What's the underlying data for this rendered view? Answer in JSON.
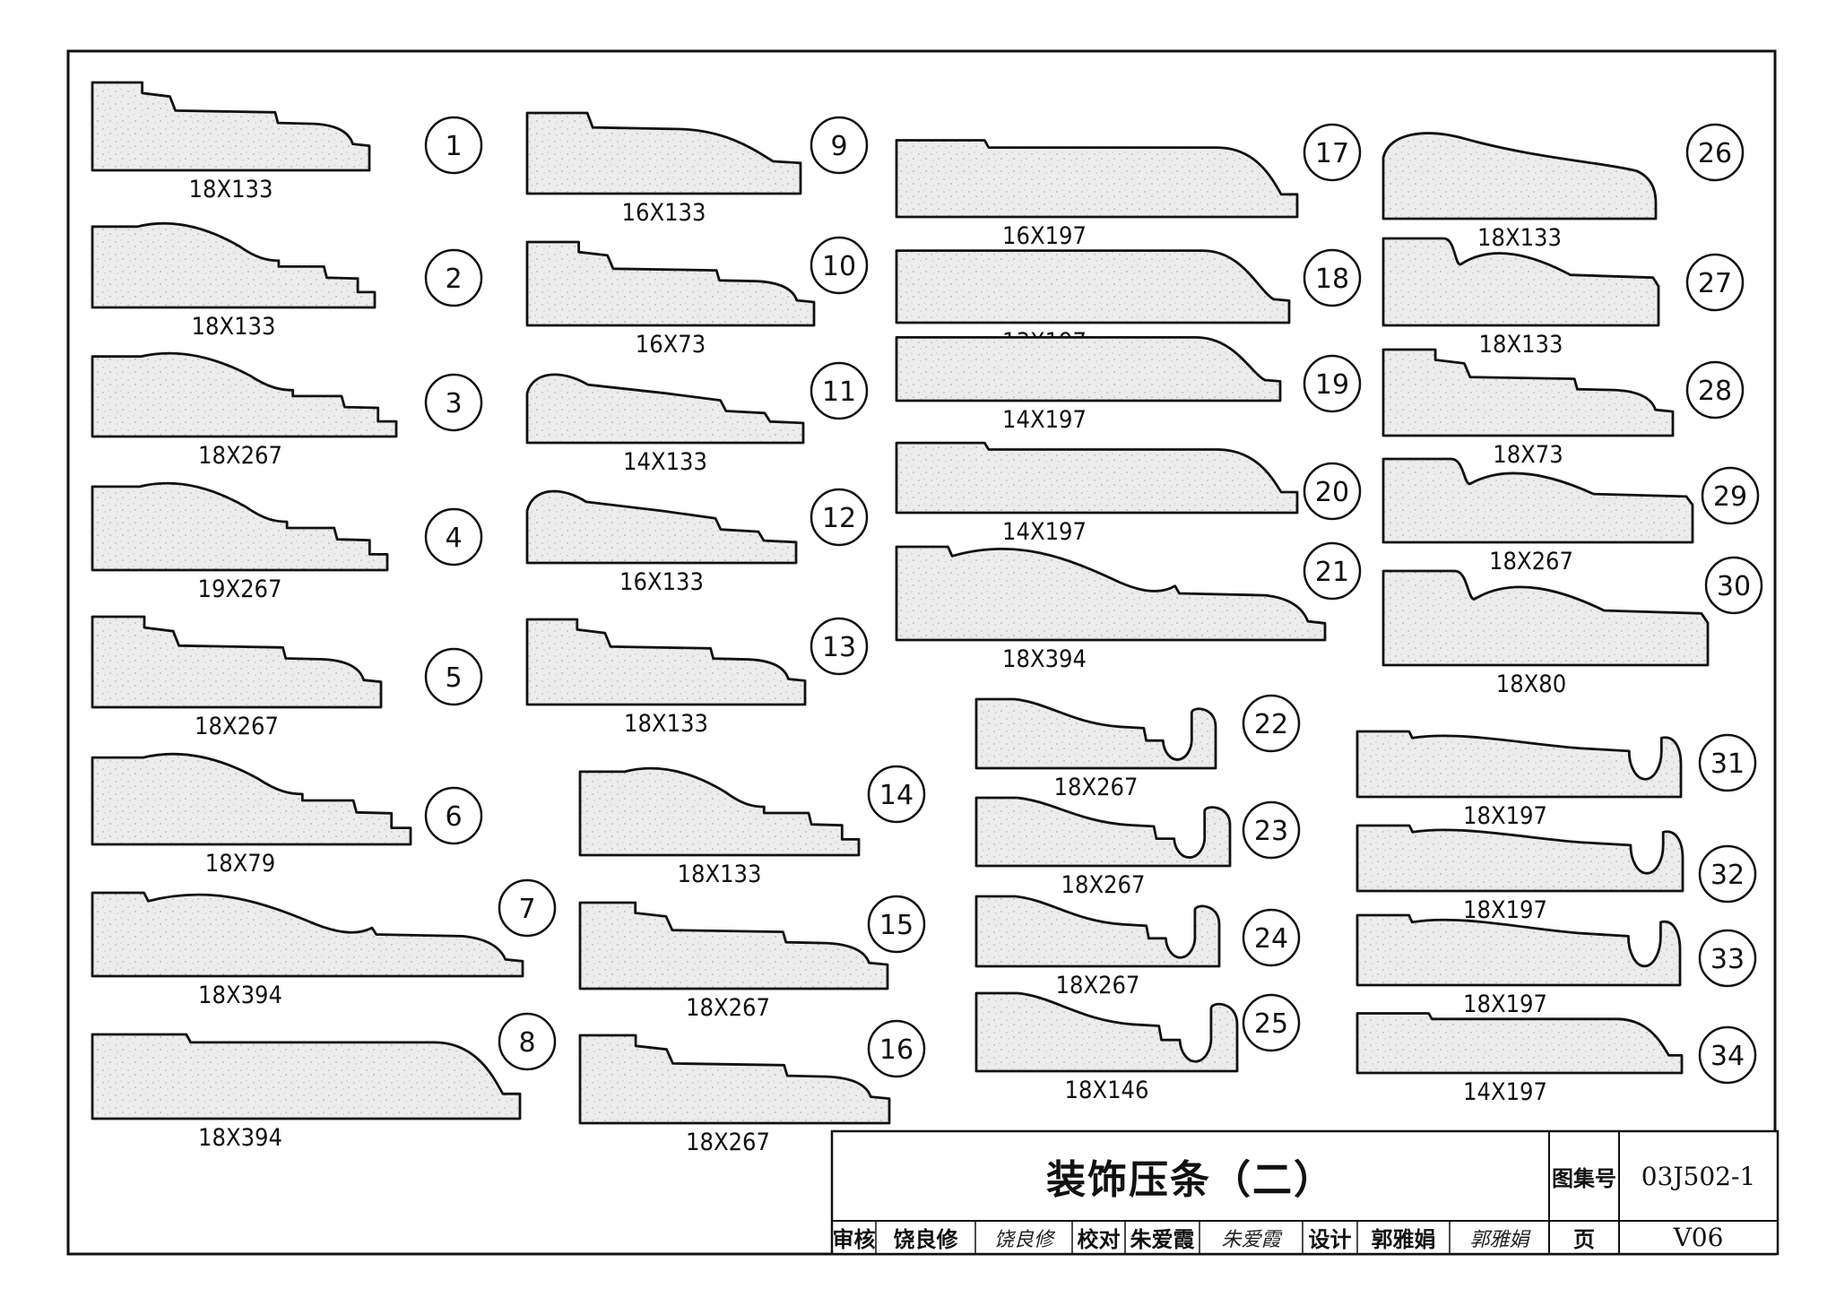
{
  "profiles": [
    {
      "num": "1",
      "size": "18X133",
      "shape": "step-cove"
    },
    {
      "num": "2",
      "size": "18X133",
      "shape": "ogee"
    },
    {
      "num": "3",
      "size": "18X267",
      "shape": "ogee"
    },
    {
      "num": "4",
      "size": "19X267",
      "shape": "ogee"
    },
    {
      "num": "5",
      "size": "18X267",
      "shape": "step-cove"
    },
    {
      "num": "6",
      "size": "18X79",
      "shape": "ogee"
    },
    {
      "num": "7",
      "size": "18X394",
      "shape": "wave"
    },
    {
      "num": "8",
      "size": "18X394",
      "shape": "flat-round"
    },
    {
      "num": "9",
      "size": "16X133",
      "shape": "step-round"
    },
    {
      "num": "10",
      "size": "16X73",
      "shape": "step-cove"
    },
    {
      "num": "11",
      "size": "14X133",
      "shape": "round-step"
    },
    {
      "num": "12",
      "size": "16X133",
      "shape": "round-step"
    },
    {
      "num": "13",
      "size": "18X133",
      "shape": "step-cove"
    },
    {
      "num": "14",
      "size": "18X133",
      "shape": "ogee"
    },
    {
      "num": "15",
      "size": "18X267",
      "shape": "step-cove"
    },
    {
      "num": "16",
      "size": "18X267",
      "shape": "step-cove"
    },
    {
      "num": "17",
      "size": "16X197",
      "shape": "flat-round"
    },
    {
      "num": "18",
      "size": "13X197",
      "shape": "flat-cove"
    },
    {
      "num": "19",
      "size": "14X197",
      "shape": "flat-cove"
    },
    {
      "num": "20",
      "size": "14X197",
      "shape": "flat-round"
    },
    {
      "num": "21",
      "size": "18X394",
      "shape": "wave"
    },
    {
      "num": "22",
      "size": "18X267",
      "shape": "bead-hook"
    },
    {
      "num": "23",
      "size": "18X267",
      "shape": "bead-hook"
    },
    {
      "num": "24",
      "size": "18X267",
      "shape": "bead-hook"
    },
    {
      "num": "25",
      "size": "18X146",
      "shape": "bead-hook"
    },
    {
      "num": "26",
      "size": "18X133",
      "shape": "hump"
    },
    {
      "num": "27",
      "size": "18X133",
      "shape": "notch-wave"
    },
    {
      "num": "28",
      "size": "18X73",
      "shape": "step-cove"
    },
    {
      "num": "29",
      "size": "18X267",
      "shape": "notch-wave"
    },
    {
      "num": "30",
      "size": "18X80",
      "shape": "notch-wave"
    },
    {
      "num": "31",
      "size": "18X197",
      "shape": "bead-end"
    },
    {
      "num": "32",
      "size": "18X197",
      "shape": "bead-end"
    },
    {
      "num": "33",
      "size": "18X197",
      "shape": "bead-end"
    },
    {
      "num": "34",
      "size": "14X197",
      "shape": "flat-round"
    }
  ],
  "title_block": {
    "title": "装饰压条（二）",
    "atlas_label": "图集号",
    "atlas_no": "03J502-1",
    "page_label": "页",
    "page_no": "V06",
    "review_label": "审核",
    "reviewer": "饶良修",
    "reviewer_sig": "饶良修",
    "check_label": "校对",
    "checker": "朱爱霞",
    "checker_sig": "朱爱霞",
    "design_label": "设计",
    "designer": "郭雅娟",
    "designer_sig": "郭雅娟"
  },
  "colors": {
    "ink": "#111111",
    "fill": "#e4e4e4",
    "paper": "#ffffff"
  }
}
